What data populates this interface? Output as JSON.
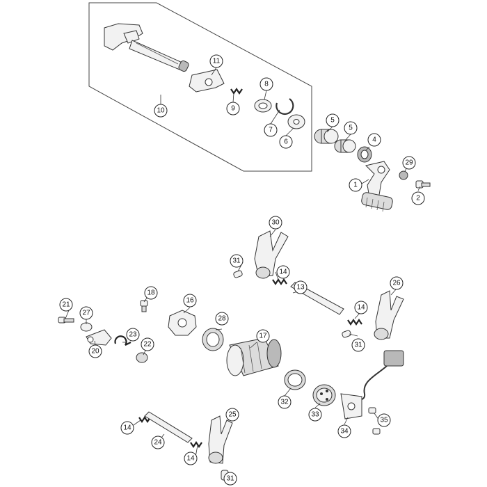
{
  "diagram": {
    "callouts": [
      "1",
      "2",
      "4",
      "5",
      "5",
      "6",
      "7",
      "8",
      "9",
      "10",
      "11",
      "13",
      "14",
      "14",
      "14",
      "14",
      "16",
      "17",
      "18",
      "20",
      "21",
      "22",
      "23",
      "24",
      "25",
      "26",
      "27",
      "28",
      "29",
      "30",
      "31",
      "31",
      "31",
      "32",
      "33",
      "34",
      "35"
    ]
  }
}
